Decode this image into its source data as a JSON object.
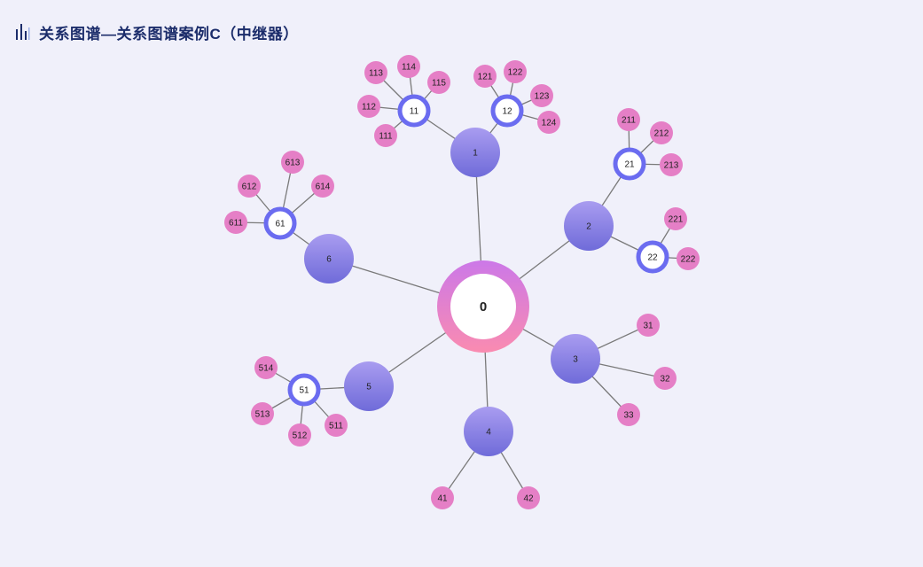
{
  "page": {
    "title": "关系图谱—关系图谱案例C（中继器）"
  },
  "colors": {
    "background": "#f0f0fa",
    "title": "#1c2d6b",
    "edge": "#7a7a7a",
    "level1_top": "#a99cf0",
    "level1_bottom": "#6f6bd9",
    "relay_ring": "#6b6cf0",
    "leaf": "#e57fc6",
    "root_ring_top": "#cc78e8",
    "root_ring_bottom": "#fa8bb0"
  },
  "graph": {
    "root": {
      "id": "0",
      "label": "0"
    },
    "nodes": [
      {
        "id": "1",
        "label": "1",
        "parent": "0",
        "kind": "group"
      },
      {
        "id": "2",
        "label": "2",
        "parent": "0",
        "kind": "group"
      },
      {
        "id": "3",
        "label": "3",
        "parent": "0",
        "kind": "group"
      },
      {
        "id": "4",
        "label": "4",
        "parent": "0",
        "kind": "group"
      },
      {
        "id": "5",
        "label": "5",
        "parent": "0",
        "kind": "group"
      },
      {
        "id": "6",
        "label": "6",
        "parent": "0",
        "kind": "group"
      },
      {
        "id": "11",
        "label": "11",
        "parent": "1",
        "kind": "relay"
      },
      {
        "id": "12",
        "label": "12",
        "parent": "1",
        "kind": "relay"
      },
      {
        "id": "21",
        "label": "21",
        "parent": "2",
        "kind": "relay"
      },
      {
        "id": "22",
        "label": "22",
        "parent": "2",
        "kind": "relay"
      },
      {
        "id": "51",
        "label": "51",
        "parent": "5",
        "kind": "relay"
      },
      {
        "id": "61",
        "label": "61",
        "parent": "6",
        "kind": "relay"
      },
      {
        "id": "31",
        "label": "31",
        "parent": "3",
        "kind": "leaf"
      },
      {
        "id": "32",
        "label": "32",
        "parent": "3",
        "kind": "leaf"
      },
      {
        "id": "33",
        "label": "33",
        "parent": "3",
        "kind": "leaf"
      },
      {
        "id": "41",
        "label": "41",
        "parent": "4",
        "kind": "leaf"
      },
      {
        "id": "42",
        "label": "42",
        "parent": "4",
        "kind": "leaf"
      },
      {
        "id": "111",
        "label": "111",
        "parent": "11",
        "kind": "leaf"
      },
      {
        "id": "112",
        "label": "112",
        "parent": "11",
        "kind": "leaf"
      },
      {
        "id": "113",
        "label": "113",
        "parent": "11",
        "kind": "leaf"
      },
      {
        "id": "114",
        "label": "114",
        "parent": "11",
        "kind": "leaf"
      },
      {
        "id": "115",
        "label": "115",
        "parent": "11",
        "kind": "leaf"
      },
      {
        "id": "121",
        "label": "121",
        "parent": "12",
        "kind": "leaf"
      },
      {
        "id": "122",
        "label": "122",
        "parent": "12",
        "kind": "leaf"
      },
      {
        "id": "123",
        "label": "123",
        "parent": "12",
        "kind": "leaf"
      },
      {
        "id": "124",
        "label": "124",
        "parent": "12",
        "kind": "leaf"
      },
      {
        "id": "211",
        "label": "211",
        "parent": "21",
        "kind": "leaf"
      },
      {
        "id": "212",
        "label": "212",
        "parent": "21",
        "kind": "leaf"
      },
      {
        "id": "213",
        "label": "213",
        "parent": "21",
        "kind": "leaf"
      },
      {
        "id": "221",
        "label": "221",
        "parent": "22",
        "kind": "leaf"
      },
      {
        "id": "222",
        "label": "222",
        "parent": "22",
        "kind": "leaf"
      },
      {
        "id": "511",
        "label": "511",
        "parent": "51",
        "kind": "leaf"
      },
      {
        "id": "512",
        "label": "512",
        "parent": "51",
        "kind": "leaf"
      },
      {
        "id": "513",
        "label": "513",
        "parent": "51",
        "kind": "leaf"
      },
      {
        "id": "514",
        "label": "514",
        "parent": "51",
        "kind": "leaf"
      },
      {
        "id": "611",
        "label": "611",
        "parent": "61",
        "kind": "leaf"
      },
      {
        "id": "612",
        "label": "612",
        "parent": "61",
        "kind": "leaf"
      },
      {
        "id": "613",
        "label": "613",
        "parent": "61",
        "kind": "leaf"
      },
      {
        "id": "614",
        "label": "614",
        "parent": "61",
        "kind": "leaf"
      }
    ]
  }
}
